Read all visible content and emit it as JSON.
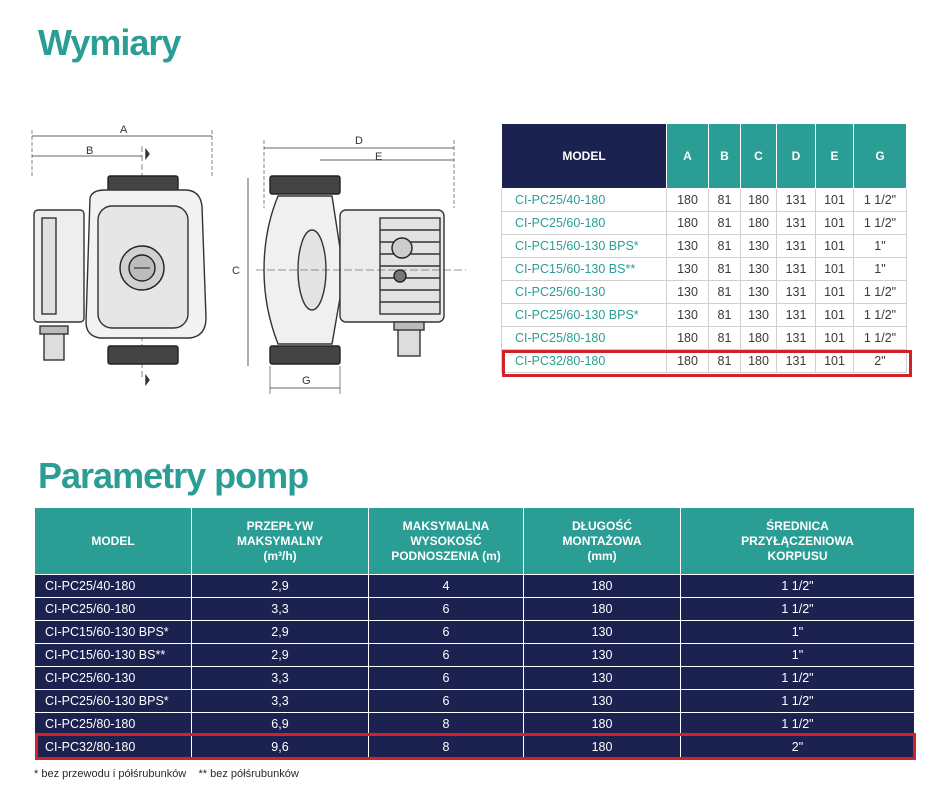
{
  "headings": {
    "dimensions": "Wymiary",
    "parameters": "Parametry pomp"
  },
  "drawing": {
    "labels": {
      "A": "A",
      "B": "B",
      "C": "C",
      "D": "D",
      "E": "E",
      "G": "G"
    }
  },
  "dimensions_table": {
    "headers": [
      "MODEL",
      "A",
      "B",
      "C",
      "D",
      "E",
      "G"
    ],
    "rows": [
      [
        "CI-PC25/40-180",
        "180",
        "81",
        "180",
        "131",
        "101",
        "1 1/2\""
      ],
      [
        "CI-PC25/60-180",
        "180",
        "81",
        "180",
        "131",
        "101",
        "1 1/2\""
      ],
      [
        "CI-PC15/60-130 BPS*",
        "130",
        "81",
        "130",
        "131",
        "101",
        "1\""
      ],
      [
        "CI-PC15/60-130 BS**",
        "130",
        "81",
        "130",
        "131",
        "101",
        "1\""
      ],
      [
        "CI-PC25/60-130",
        "130",
        "81",
        "130",
        "131",
        "101",
        "1 1/2\""
      ],
      [
        "CI-PC25/60-130 BPS*",
        "130",
        "81",
        "130",
        "131",
        "101",
        "1 1/2\""
      ],
      [
        "CI-PC25/80-180",
        "180",
        "81",
        "180",
        "131",
        "101",
        "1 1/2\""
      ],
      [
        "CI-PC32/80-180",
        "180",
        "81",
        "180",
        "131",
        "101",
        "2\""
      ]
    ]
  },
  "parameters_table": {
    "headers": [
      [
        "MODEL"
      ],
      [
        "PRZEPŁYW",
        "MAKSYMALNY",
        "(m³/h)"
      ],
      [
        "MAKSYMALNA",
        "WYSOKOŚĆ",
        "PODNOSZENIA (m)"
      ],
      [
        "DŁUGOŚĆ",
        "MONTAŻOWA",
        "(mm)"
      ],
      [
        "ŚREDNICA",
        "PRZYŁĄCZENIOWA",
        "KORPUSU"
      ]
    ],
    "rows": [
      [
        "CI-PC25/40-180",
        "2,9",
        "4",
        "180",
        "1 1/2\""
      ],
      [
        "CI-PC25/60-180",
        "3,3",
        "6",
        "180",
        "1 1/2\""
      ],
      [
        "CI-PC15/60-130 BPS*",
        "2,9",
        "6",
        "130",
        "1\""
      ],
      [
        "CI-PC15/60-130 BS**",
        "2,9",
        "6",
        "130",
        "1\""
      ],
      [
        "CI-PC25/60-130",
        "3,3",
        "6",
        "130",
        "1 1/2\""
      ],
      [
        "CI-PC25/60-130 BPS*",
        "3,3",
        "6",
        "130",
        "1 1/2\""
      ],
      [
        "CI-PC25/80-180",
        "6,9",
        "8",
        "180",
        "1 1/2\""
      ],
      [
        "CI-PC32/80-180",
        "9,6",
        "8",
        "180",
        "2\""
      ]
    ]
  },
  "highlighted_model": "CI-PC32/80-180",
  "colors": {
    "teal": "#2a9d94",
    "navy": "#1c2250",
    "highlight": "#d4202a"
  },
  "footnote": "* bez przewodu i półśrubunków    ** bez półśrubunków"
}
